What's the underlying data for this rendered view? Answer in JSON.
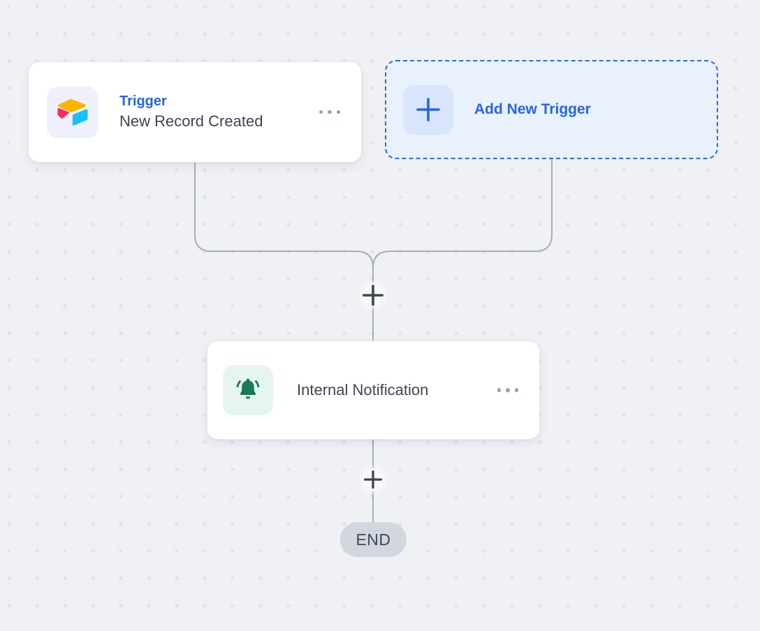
{
  "palette": {
    "canvas_bg": "#f0f1f5",
    "dot_color": "#e3e2e6",
    "accent_blue": "#2563eb",
    "connector_gray": "#a8adb7",
    "plus_node_color": "#3d4654",
    "bell_green": "#177a58",
    "airtable_yellow": "#fcb400",
    "airtable_red": "#f82b60",
    "airtable_blue": "#18bfff",
    "end_pill_bg": "#d2d7df"
  },
  "trigger_card": {
    "title": "Trigger",
    "subtitle": "New Record Created",
    "app_icon": "airtable-icon",
    "menu_icon": "ellipsis-icon"
  },
  "add_trigger_card": {
    "label": "Add New Trigger",
    "icon": "plus-icon"
  },
  "notification_card": {
    "label": "Internal Notification",
    "icon": "bell-icon",
    "menu_icon": "ellipsis-icon"
  },
  "flow": {
    "add_step_icon": "plus-icon",
    "end_label": "END"
  }
}
